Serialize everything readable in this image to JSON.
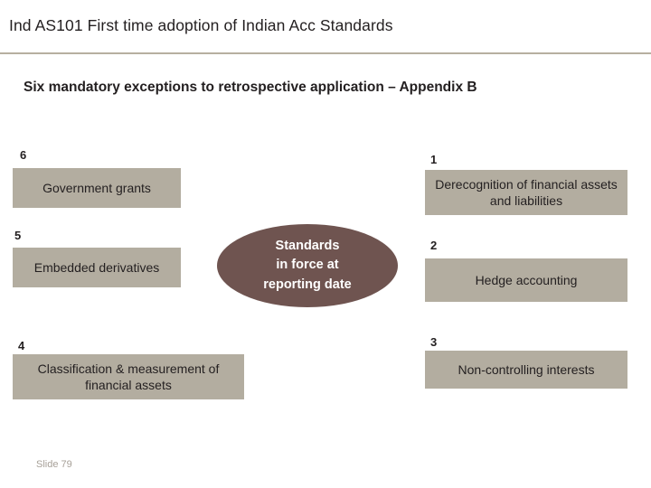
{
  "slide": {
    "title": "Ind AS101 First time adoption of Indian Acc Standards",
    "subtitle": "Six mandatory exceptions to retrospective application – Appendix B",
    "slide_number": "Slide 79"
  },
  "diagram": {
    "type": "hub-and-spoke",
    "center": {
      "line1": "Standards",
      "line2": "in force at",
      "line3": "reporting date",
      "fill": "#6f5450",
      "text_color": "#ffffff"
    },
    "node_fill": "#b3ada0",
    "nodes": [
      {
        "number": "1",
        "label": "Derecognition of financial assets and liabilities"
      },
      {
        "number": "2",
        "label": "Hedge accounting"
      },
      {
        "number": "3",
        "label": "Non-controlling interests"
      },
      {
        "number": "4",
        "label": "Classification & measurement of financial assets"
      },
      {
        "number": "5",
        "label": "Embedded derivatives"
      },
      {
        "number": "6",
        "label": "Government grants"
      }
    ]
  }
}
